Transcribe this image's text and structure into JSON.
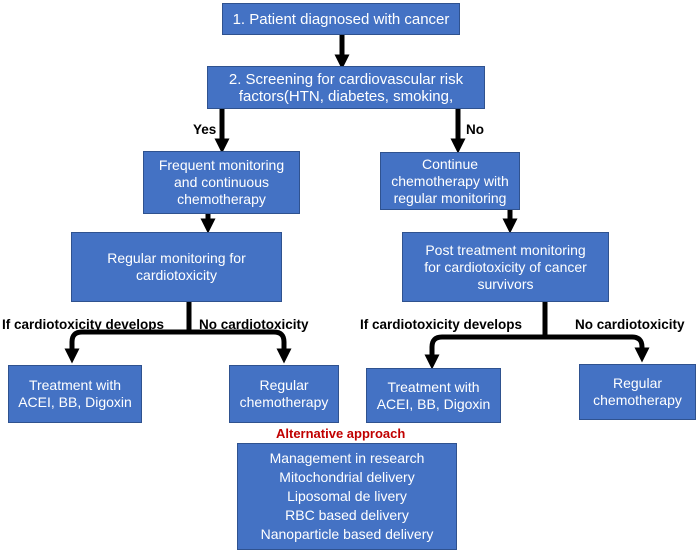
{
  "boxes": {
    "diagnosis": [
      "1. Patient diagnosed with cancer"
    ],
    "screening": [
      "2. Screening for cardiovascular risk",
      "factors(HTN, diabetes, smoking,"
    ],
    "frequent_monitoring": [
      "Frequent monitoring",
      "and continuous",
      "chemotherapy"
    ],
    "continue_chemo": [
      "Continue",
      "chemotherapy with",
      "regular monitoring"
    ],
    "regular_monitoring": [
      "Regular monitoring for",
      "cardiotoxicity"
    ],
    "post_treatment": [
      "Post treatment monitoring",
      "for cardiotoxicity of cancer",
      "survivors"
    ],
    "treatment_left": [
      "Treatment with",
      "ACEI, BB, Digoxin"
    ],
    "chemo_left": [
      "Regular",
      "chemotherapy"
    ],
    "treatment_right": [
      "Treatment with",
      "ACEI, BB, Digoxin"
    ],
    "chemo_right": [
      "Regular",
      "chemotherapy"
    ],
    "alternative": [
      "Management in research",
      "Mitochondrial delivery",
      "Liposomal de livery",
      "RBC based delivery",
      "Nanoparticle based delivery"
    ]
  },
  "labels": {
    "yes": "Yes",
    "no": "No",
    "if_cardio_left": "If cardiotoxicity develops",
    "no_cardio_left": "No cardiotoxicity",
    "if_cardio_right": "If cardiotoxicity develops",
    "no_cardio_right": "No cardiotoxicity",
    "alternative_title": "Alternative approach"
  },
  "colors": {
    "box_fill": "#4472c4",
    "box_border": "#2f528f",
    "arrow": "#000000",
    "alternative_title": "#c00000"
  }
}
